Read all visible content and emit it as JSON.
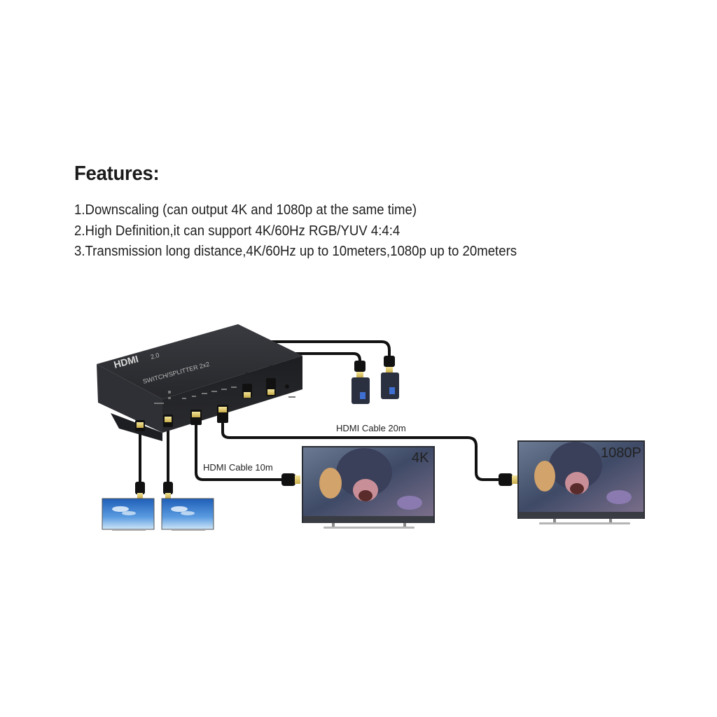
{
  "features": {
    "title": "Features:",
    "items": [
      "1.Downscaling (can output 4K and 1080p at the same time)",
      "2.High Definition,it can support 4K/60Hz RGB/YUV 4:4:4",
      "3.Transmission long distance,4K/60Hz up to 10meters,1080p up to 20meters"
    ]
  },
  "device": {
    "brand": "HDMI",
    "version": "2.0",
    "model": "SWITCH/SPLITTER 2x2"
  },
  "cables": {
    "label_10m": "HDMI Cable 10m",
    "label_20m": "HDMI Cable 20m"
  },
  "displays": {
    "tv_4k_tag": "4K",
    "tv_1080p_tag": "1080P"
  },
  "colors": {
    "device_body": "#222326",
    "cable": "#111111",
    "connector_gold": "#e8d27a",
    "screen_blue": "#3f7fd0"
  }
}
